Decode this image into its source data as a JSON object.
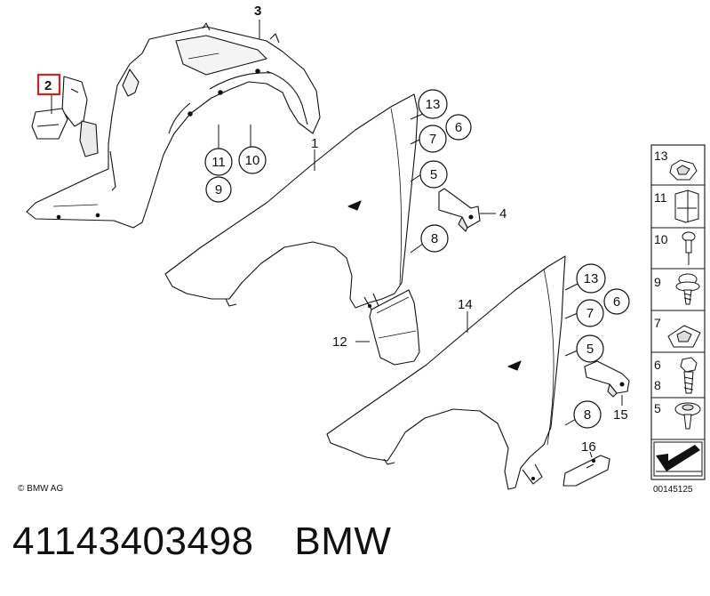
{
  "diagram": {
    "copyright": "© BMW AG",
    "drawing_number": "00145125",
    "highlight_color": "#d42020",
    "callouts": [
      {
        "id": "c3",
        "label": "3",
        "circled": false
      },
      {
        "id": "c2",
        "label": "2",
        "circled": false,
        "highlighted": true
      },
      {
        "id": "c13a",
        "label": "13",
        "circled": true
      },
      {
        "id": "c6a",
        "label": "6",
        "circled": true
      },
      {
        "id": "c7a",
        "label": "7",
        "circled": true
      },
      {
        "id": "c1",
        "label": "1",
        "circled": false
      },
      {
        "id": "c11",
        "label": "11",
        "circled": true
      },
      {
        "id": "c10",
        "label": "10",
        "circled": true
      },
      {
        "id": "c9",
        "label": "9",
        "circled": true
      },
      {
        "id": "c5a",
        "label": "5",
        "circled": true
      },
      {
        "id": "c4",
        "label": "4",
        "circled": false
      },
      {
        "id": "c8a",
        "label": "8",
        "circled": true
      },
      {
        "id": "c13b",
        "label": "13",
        "circled": true
      },
      {
        "id": "c6b",
        "label": "6",
        "circled": true
      },
      {
        "id": "c14",
        "label": "14",
        "circled": false
      },
      {
        "id": "c7b",
        "label": "7",
        "circled": true
      },
      {
        "id": "c12",
        "label": "12",
        "circled": false
      },
      {
        "id": "c5b",
        "label": "5",
        "circled": true
      },
      {
        "id": "c15",
        "label": "15",
        "circled": false
      },
      {
        "id": "c8b",
        "label": "8",
        "circled": true
      },
      {
        "id": "c16",
        "label": "16",
        "circled": false
      }
    ],
    "legend": [
      {
        "label": "13",
        "icon": "clip-nut-icon"
      },
      {
        "label": "11",
        "icon": "expanding-nut-icon"
      },
      {
        "label": "10",
        "icon": "rivet-icon"
      },
      {
        "label": "9",
        "icon": "flange-screw-icon"
      },
      {
        "label": "7",
        "icon": "sheet-nut-icon"
      },
      {
        "label": "6",
        "label2": "8",
        "icon": "hex-screw-icon"
      },
      {
        "label": "5",
        "icon": "body-screw-icon"
      }
    ]
  },
  "caption": {
    "part_number": "41143403498",
    "brand": "BMW"
  }
}
